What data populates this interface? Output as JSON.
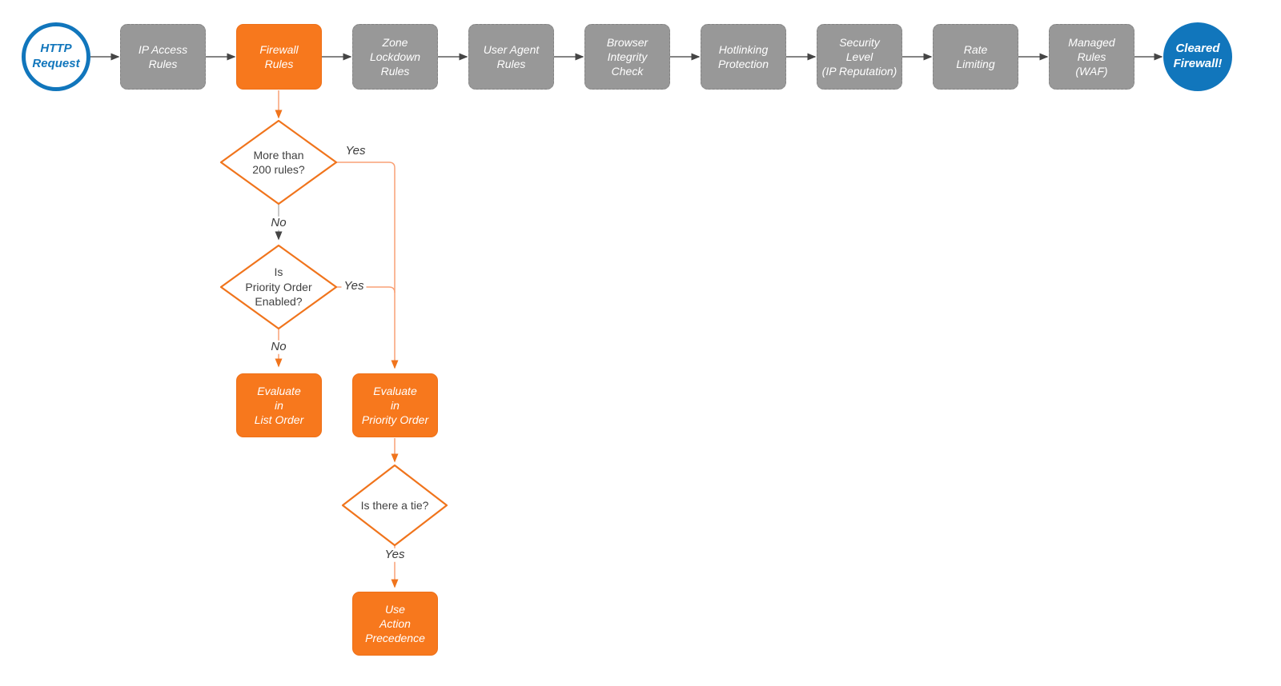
{
  "diagram": {
    "start_node": {
      "label": "HTTP\nRequest"
    },
    "end_node": {
      "label": "Cleared\nFirewall!"
    },
    "stages": [
      {
        "label": "IP Access\nRules",
        "highlight": false
      },
      {
        "label": "Firewall\nRules",
        "highlight": true
      },
      {
        "label": "Zone\nLockdown\nRules",
        "highlight": false
      },
      {
        "label": "User Agent\nRules",
        "highlight": false
      },
      {
        "label": "Browser\nIntegrity\nCheck",
        "highlight": false
      },
      {
        "label": "Hotlinking\nProtection",
        "highlight": false
      },
      {
        "label": "Security\nLevel\n(IP Reputation)",
        "highlight": false
      },
      {
        "label": "Rate\nLimiting",
        "highlight": false
      },
      {
        "label": "Managed\nRules\n(WAF)",
        "highlight": false
      }
    ],
    "decisions": [
      {
        "label": "More than\n200 rules?",
        "yes_label": "Yes",
        "no_label": "No"
      },
      {
        "label": "Is\nPriority Order\nEnabled?",
        "yes_label": "Yes",
        "no_label": "No"
      },
      {
        "label": "Is there a tie?",
        "yes_label": "Yes"
      }
    ],
    "actions": [
      {
        "label": "Evaluate\nin\nList Order"
      },
      {
        "label": "Evaluate\nin\nPriority Order"
      },
      {
        "label": "Use\nAction\nPrecedence"
      }
    ]
  },
  "colors": {
    "accent_orange": "#f7781d",
    "accent_orange_stroke": "#f0741c",
    "accent_blue": "#1176bc",
    "stage_gray": "#989898",
    "connector_dark": "#5b5b5b",
    "connector_orange_light": "#f9a176",
    "connector_gray_light": "#b5b5b5"
  }
}
